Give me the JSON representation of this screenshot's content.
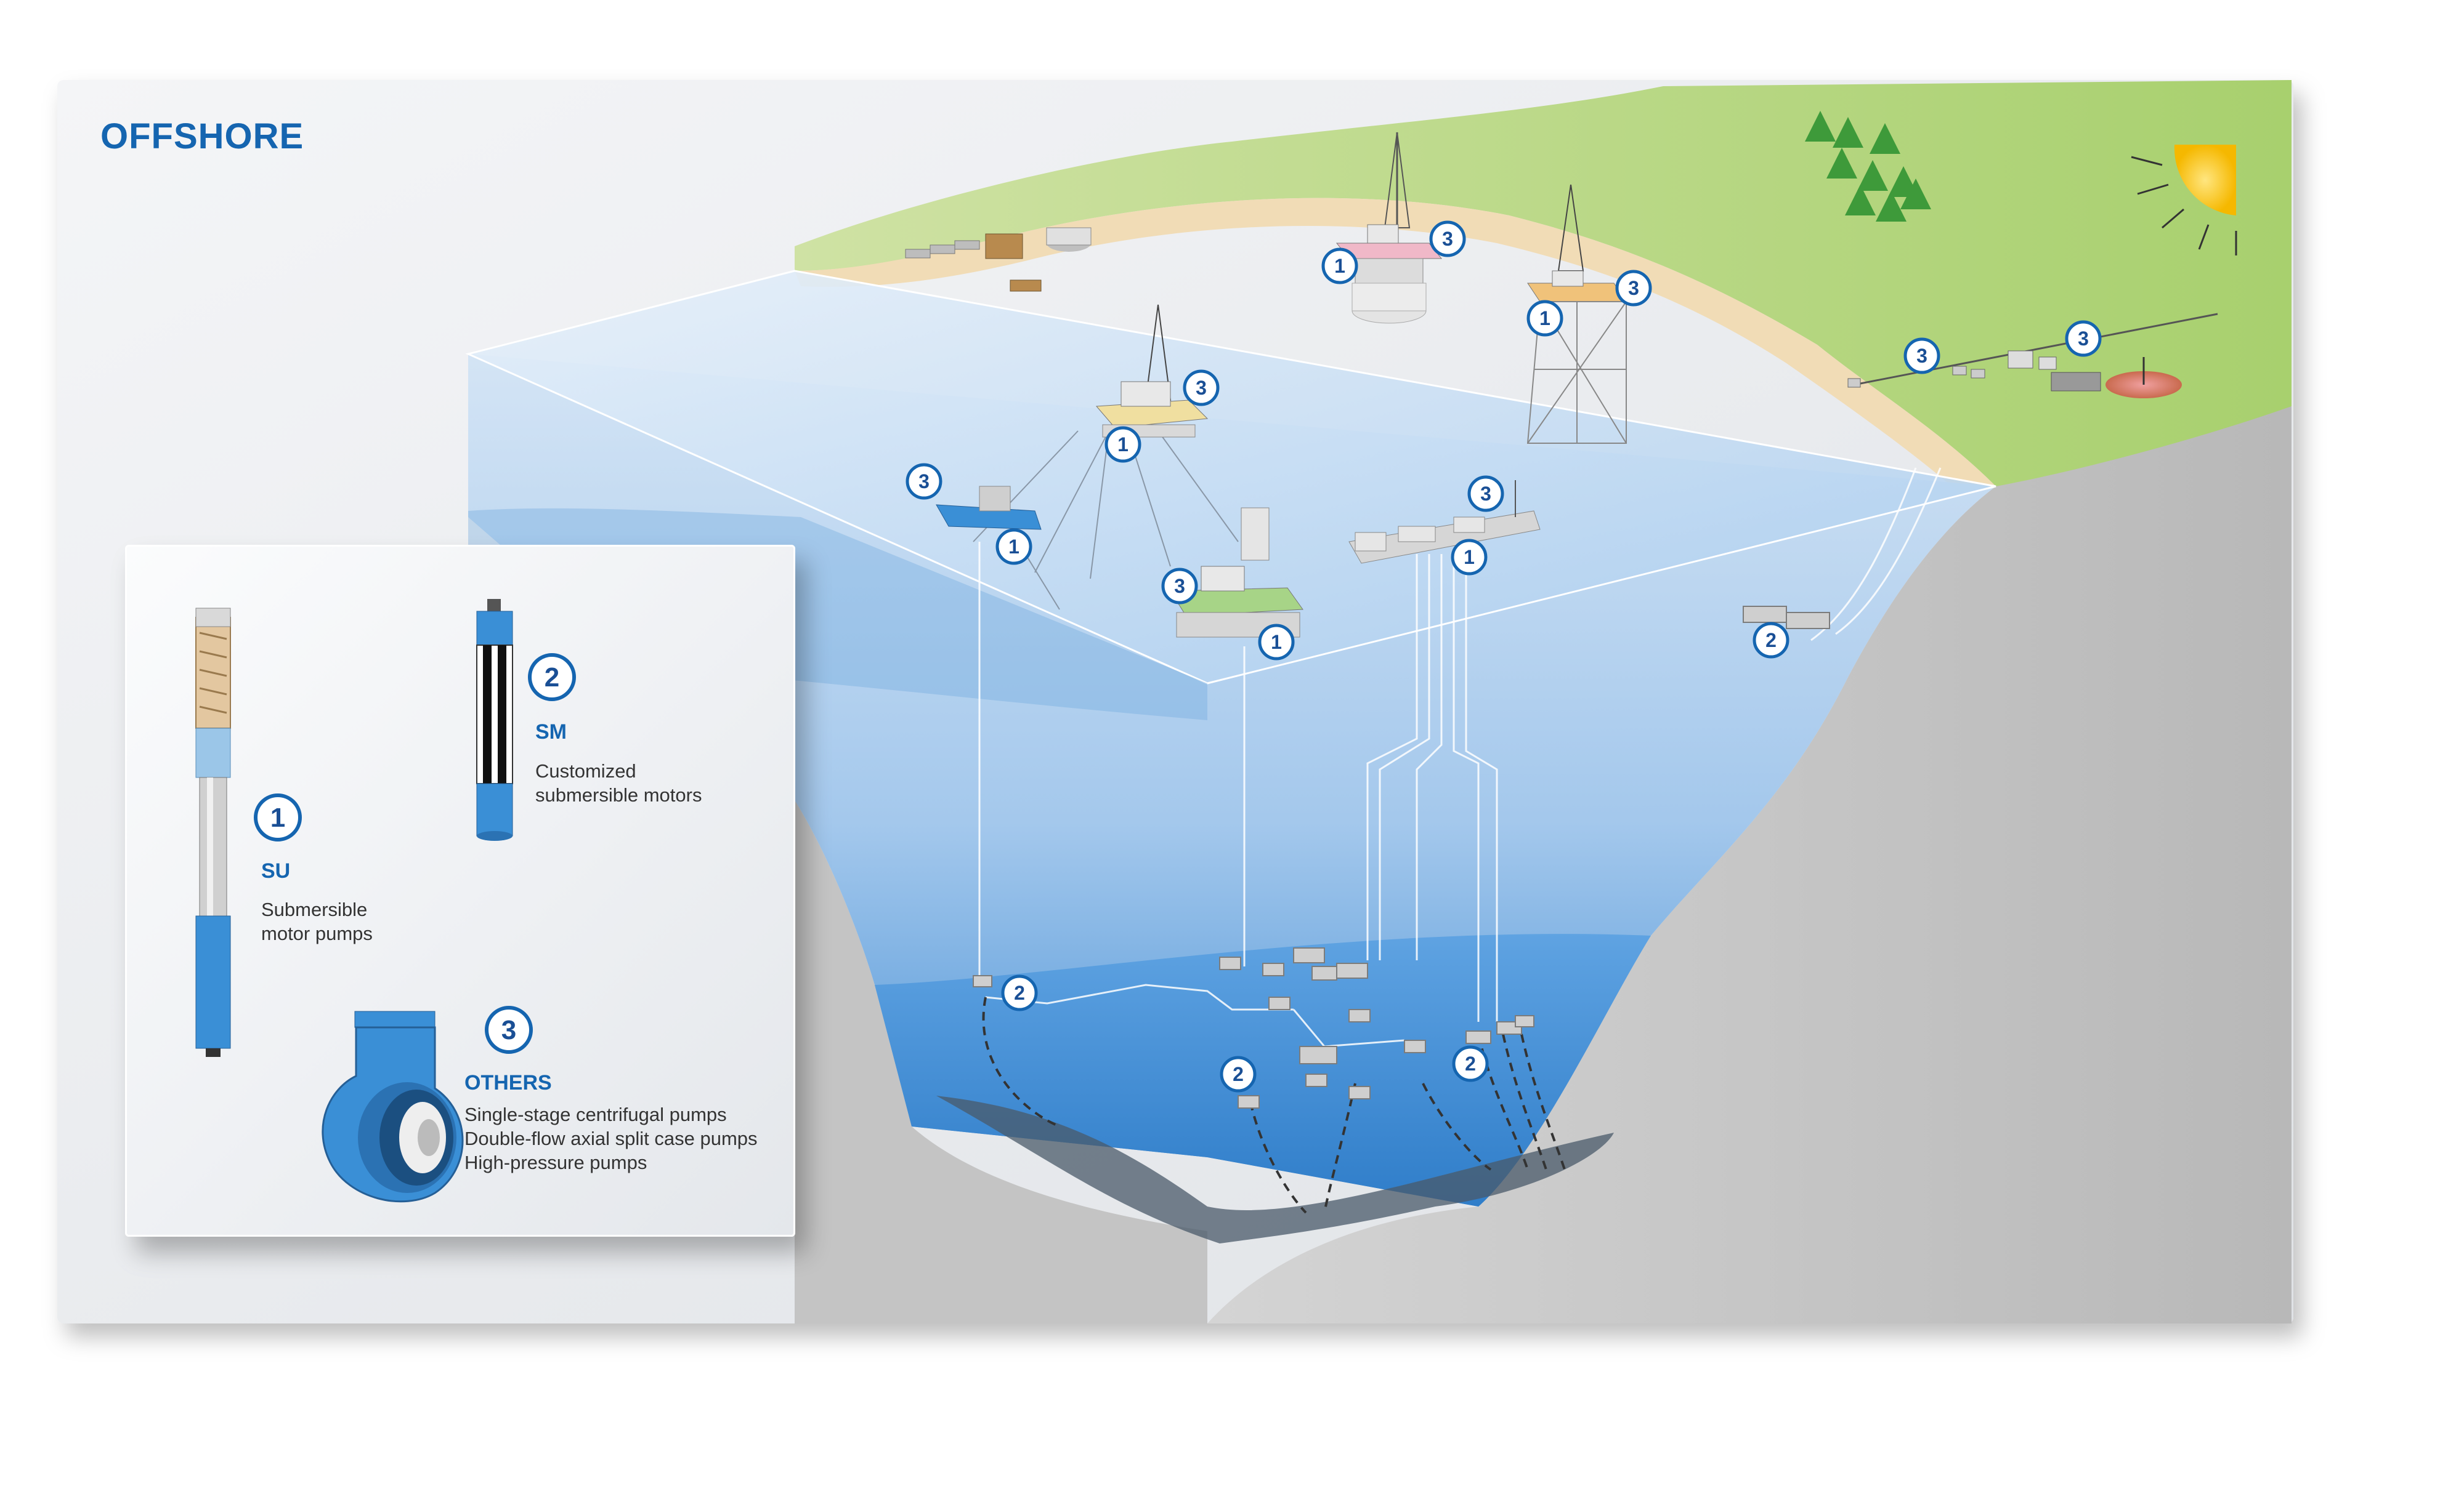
{
  "title": "OFFSHORE",
  "legend": [
    {
      "number": "1",
      "code": "SU",
      "description_lines": [
        "Submersible",
        "motor pumps"
      ]
    },
    {
      "number": "2",
      "code": "SM",
      "description_lines": [
        "Customized",
        "submersible motors"
      ]
    },
    {
      "number": "3",
      "code": "OTHERS",
      "description_lines": [
        "Single-stage centrifugal pumps",
        "Double-flow axial split case pumps",
        "High-pressure pumps"
      ]
    }
  ],
  "colors": {
    "brand_blue": "#1565b0",
    "water": "#8fbde6",
    "deep_water": "#4f94d6",
    "land": "#b9d98a",
    "beach": "#f1dcb6",
    "rock": "#c9c9c9",
    "sun": "#f8c400"
  },
  "icons": [
    "sun-icon",
    "trees-icon",
    "badge-number-icon",
    "su-pump-icon",
    "sm-motor-icon",
    "centrifugal-pump-icon"
  ]
}
